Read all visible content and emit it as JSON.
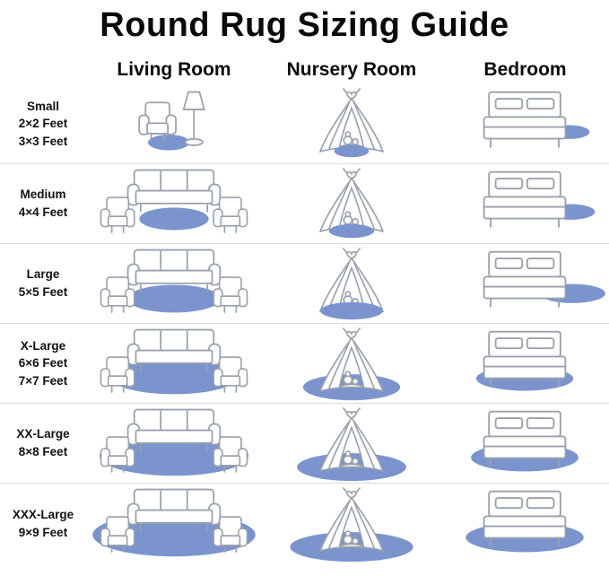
{
  "title": "Round Rug Sizing Guide",
  "columns": [
    "Living Room",
    "Nursery Room",
    "Bedroom"
  ],
  "rows": [
    {
      "label": "Small",
      "sizes": [
        "2×2 Feet",
        "3×3 Feet"
      ]
    },
    {
      "label": "Medium",
      "sizes": [
        "4×4 Feet"
      ]
    },
    {
      "label": "Large",
      "sizes": [
        "5×5 Feet"
      ]
    },
    {
      "label": "X-Large",
      "sizes": [
        "6×6 Feet",
        "7×7 Feet"
      ]
    },
    {
      "label": "XX-Large",
      "sizes": [
        "8×8 Feet"
      ]
    },
    {
      "label": "XXX-Large",
      "sizes": [
        "9×9 Feet"
      ]
    }
  ],
  "colors": {
    "rug": "#7b94ce",
    "furniture_line": "#9aa1ac",
    "row_divider": "#dcdcdc"
  },
  "icons": {
    "living_room": [
      "sofa-icon",
      "armchair-icon",
      "lamp-icon"
    ],
    "nursery": [
      "teepee-icon"
    ],
    "bedroom": [
      "bed-icon"
    ],
    "rug": "rug-ellipse"
  }
}
